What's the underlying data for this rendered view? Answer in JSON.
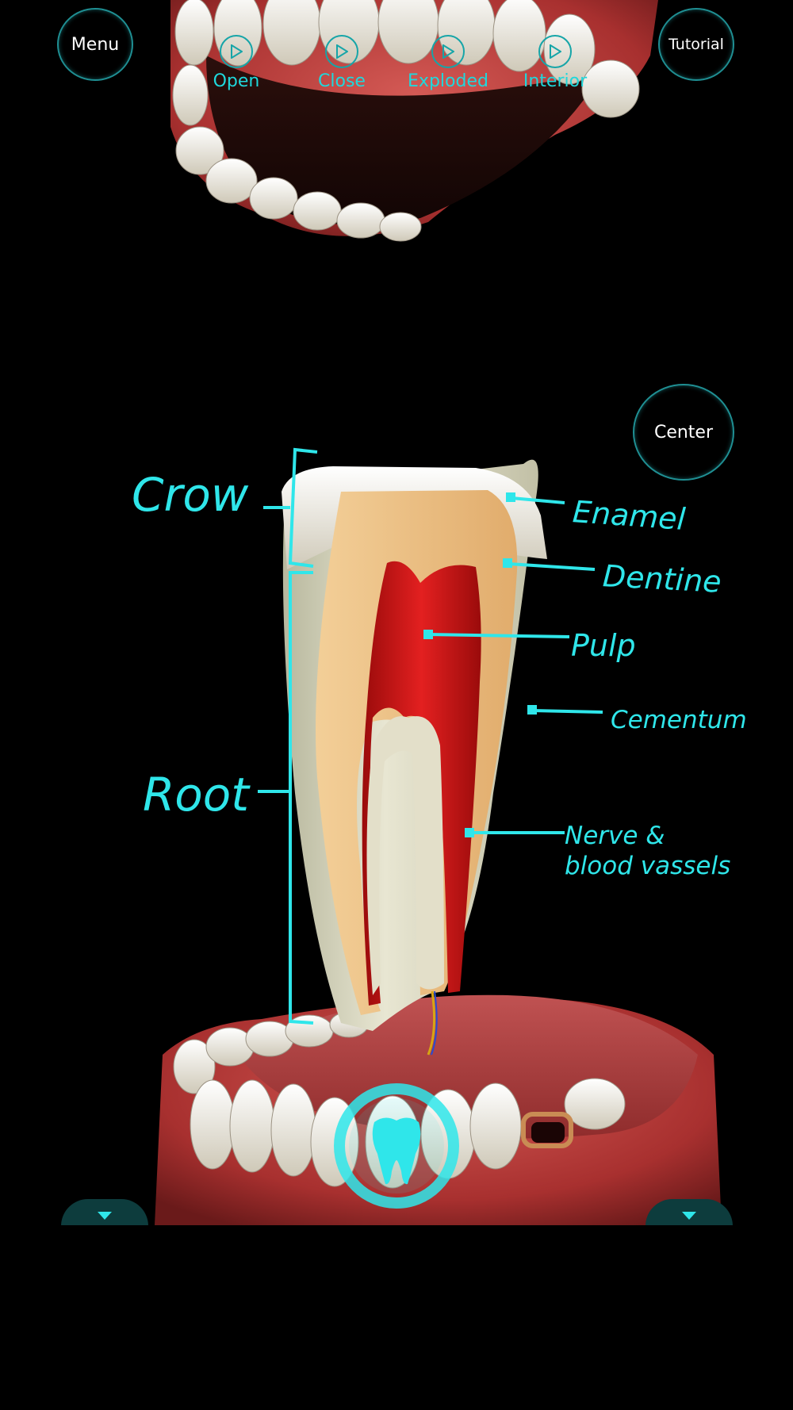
{
  "header": {
    "menu_label": "Menu",
    "tutorial_label": "Tutorial"
  },
  "toolbar": {
    "items": [
      {
        "label": "Open",
        "icon": "play-icon"
      },
      {
        "label": "Close",
        "icon": "play-icon"
      },
      {
        "label": "Exploded",
        "icon": "play-icon"
      },
      {
        "label": "Interior",
        "icon": "play-icon"
      }
    ]
  },
  "center_label": "Center",
  "anatomy_labels": {
    "crown": "Crow",
    "root": "Root",
    "enamel": "Enamel",
    "dentine": "Dentine",
    "pulp": "Pulp",
    "cementum": "Cementum",
    "nerve_line1": "Nerve &",
    "nerve_line2": "blood vassels"
  },
  "colors": {
    "accent": "#2fe6ea",
    "background": "#000000",
    "gum": "#b83a3a",
    "pulp": "#c81818",
    "dentine": "#e9b979",
    "enamel": "#f4f1ea"
  },
  "icons": {
    "tooth_selector": "tooth-icon",
    "left_tab": "chevron-down-icon",
    "right_tab": "chevron-down-icon"
  }
}
